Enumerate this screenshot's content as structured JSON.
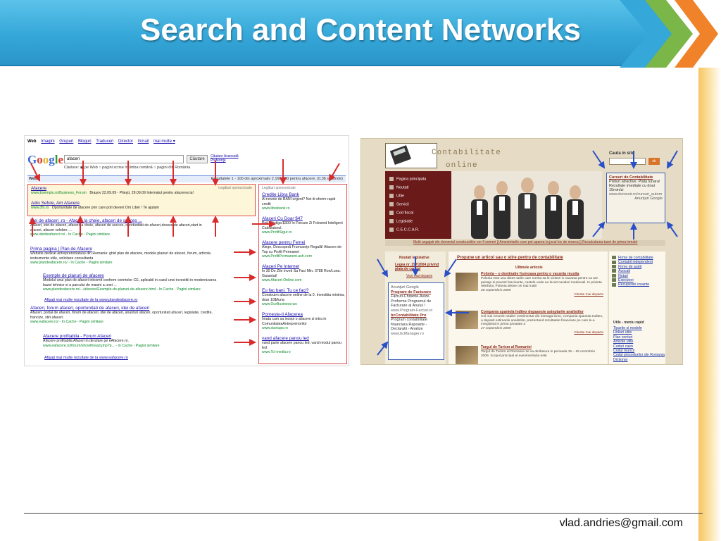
{
  "slide": {
    "title": "Search and Content Networks",
    "footer_email": "vlad.andries@gmail.com",
    "colors": {
      "banner": "#35a7d8",
      "chevron_green": "#7ab648",
      "chevron_orange": "#f0822a",
      "arrow_red": "#d92b2b",
      "arrow_blue": "#2a4fc8"
    }
  },
  "google": {
    "nav": [
      "Web",
      "Imagini",
      "Grupuri",
      "Bloguri",
      "Traduceri",
      "Director",
      "Gmail",
      "mai multe ▾"
    ],
    "logo": "Google",
    "query": "afaceri",
    "search_button": "Căutare",
    "advanced_link": "Căutare Avansată Preferinţe",
    "radio_options": "Căutare: ◉ pe Web ○ pagini scrise în limba română ○ pagini din România",
    "statbar_web": "Web",
    "statbar_results": "Rezultatele 1 - 100 din aproximativ 2.160.000 pentru afacere. (0,36 secunde)",
    "sponsored_label_top": "Legături sponsorizate",
    "sponsored_label_right": "Legături sponsorizate",
    "top_ads": [
      {
        "title": "Afacere",
        "url": "www.Exemplu.ro/Business_Forum",
        "desc": "Braşov 22.09.09 - Piteşti, 29.09.09 Internatul pentru afacerea ta!"
      },
      {
        "title": "Adio Sefule, Am Afacere",
        "url": "www.dfs.ro",
        "desc": "Oportunitate de afacere prin care poti deveni Om Liber ! Te ajutam"
      }
    ],
    "results": [
      {
        "title": "Idei de afaceri .ro - Afaceri la cheie, afaceri de succes ...",
        "desc": "Afaceri, idei de afaceri, afaceri la cheie, afaceri de succes, oportunitati de afaceri,dosare de afaceri,start in afaceri, afaceri celebre, ...",
        "url": "www.ideideafaceri.ro/ - In Cache - Pagini similare"
      },
      {
        "title": "Prima pagina | Plan de Afacere",
        "desc": "Website dedicat antreprenoriatului din Romania: ghid plan de afacere, modele planuri de afaceri, forum, articole, instrumente utile, solicitare consultanta",
        "url": "www.plandeafacere.ro/ - In Cache - Pagini similare"
      },
      {
        "title": "Exemple de planuri de afacere",
        "desc": "Modelul unui plan de afaceri intocmit conform cerintelor CE, aplicabil in cazul unei investitii in modernizarea bazei tehnice si a parcului de masini a unei ...",
        "url": "www.plandeafacere.ro/.../afacere/Exemple-de-planuri-de-afacere.html - In Cache - Pagini similare"
      },
      {
        "title": "Afaceri, forum afaceri, oportunitati de afaceri, idei de afaceri",
        "desc": "Afaceri, portal de afaceri, forum de afaceri, idei de afaceri, anunturi afaceri, oportunitati afaceri, legislatie, credite, francize, stiri afaceri.",
        "url": "www.eafacere.ro/ - In Cache - Pagini similare"
      },
      {
        "title": "Afacere profitabila - Forum Afaceri",
        "desc": "Afacere profitabila Afaceri in derulare pe eAfacere.ro.",
        "url": "www.eafacere.ro/forum/showthread.php?p... - In Cache - Pagini similare"
      }
    ],
    "more_links": [
      "Afişaţi mai multe rezultate de la www.plandeafacere.ro",
      "Afişaţi mai multe rezultate de la www.eafacere.ro"
    ],
    "right_ads": [
      {
        "title": "Credite Libra Bank",
        "desc": "Ai nevoie de BANI urgent? Noi iti oferim rapid credit",
        "url": "www.librabank.ro"
      },
      {
        "title": "Afaceri Cu Doar $47",
        "desc": "Poţi Câştiga $300 în Fiecare Zi Folosind Inteligent Calculatorul.",
        "url": "www.ProfitSigur.ro"
      },
      {
        "title": "Afacere pentru Femei",
        "desc": "Alege, Descoperă Frumuseţe Regală! Afacere de Top cu Profit Permanet",
        "url": "www.ProfitPermanent.ash.com"
      },
      {
        "title": "Afaceri Pe Internet",
        "desc": "In 30 De Zile Inveti Sa Faci Min. 3788 Ron/Luna. Garantat!",
        "url": "www.Afaceri-Online.com"
      },
      {
        "title": "Eu fac bani. Tu ce faci?",
        "desc": "Construim afacere online de la 0. Investitia minima, doar 10$/luna",
        "url": "www.OurBusiness.ws"
      },
      {
        "title": "Porneste-ti Afacerea",
        "desc": "Imata cum sa incepi o afacere si intra in ComunitateaAntreprenorilor",
        "url": "www.startups.ro"
      },
      {
        "title": "vand afacere panou led",
        "desc": "vand parte afacere panou led, vand modul panou led",
        "url": "www.Tcl-media.ro"
      }
    ]
  },
  "contab": {
    "title_line1": "Contabilitate",
    "title_line2": "online",
    "search_label": "Cauta in site",
    "search_button": "ok",
    "menu": [
      "Pagina principala",
      "Noutati",
      "Utile",
      "Servicii",
      "Cod fiscal",
      "Legislatie",
      "C.E.C.C.A.R."
    ],
    "top_ad": {
      "title": "Cursuri de Contabilitate",
      "desc": "Preturi atractive. Plata lunara! Rezultate imediate cu doar 15min/zi",
      "url": "www.dumsoir.ro/cursuri_autom",
      "badge": "Anunţuri Google"
    },
    "strip_text": "Multi angajati din domeniul constructiilor vor fi someri || Amenintarile care pot aparea la jocul loc de munca || Recalcularea taxei de prima inmatri",
    "news_left": {
      "head": "Noutati legislative",
      "item": "Legea nr. 297/2004 privind piata de capital",
      "more": "Vezi mai departe"
    },
    "left_ad": {
      "badge": "Anunţuri Google",
      "items": [
        {
          "title": "Program de Facturare",
          "desc": "Facturi-Chitante-Avize-Proforme Programul de Facturare al Anului !",
          "url": "www.Program-Facturi.ro"
        },
        {
          "title": "bcContabilitate Pro",
          "desc": "Program contabilitate financiara Rapoarte - Declaratii - Analize",
          "url": "www.bcManager.ro"
        }
      ]
    },
    "news": {
      "head": "Propune un articol sau o stire pentru de contabilitate",
      "sub": "Ultimele articole",
      "articles": [
        {
          "title": "Polonia – o destinatie frumoasa pentru o vacanta reusita",
          "desc": "Polonia este una dintre tarile care merita sa le vizitezi in vacanta pentru ca are peisaje si povesti fascinante, castele unde au locuit cavaleri medievali. In privinta reliefului, Polonia detine cei mai malti",
          "date": "28 septembrie 2009",
          "more": "Citeste mai departe"
        },
        {
          "title": "Compania spaniola Inditex depaseste asteptarile analistilor",
          "desc": "Cel mai renumit retailer vestimentar din intreaga lume, compania spaniola Inditex, a depasit estimarile analistilor, prezentand rezultatele financiare pe care le-a inregistrat in prima jumatate a",
          "date": "27 septembrie 2009",
          "more": "Citeste mai departe"
        },
        {
          "title": "Targul de Turism al Romaniei",
          "desc": "Targul de Turism al Romaniei se va desfasura in perioada 15 – 18 octombrie 2009. Scopul principal al evenimentului este",
          "date": "",
          "more": ""
        }
      ]
    },
    "right_links": [
      "Firme de contabilitate",
      "Contabil independent",
      "Firme de audit",
      "Avocati",
      "Notari",
      "Executori",
      "Recuperari creante"
    ],
    "useful_head": "Utile - meniu rapid",
    "useful_links": [
      "Tiparite si modele",
      "Linkuri utile",
      "Plan conturi",
      "Articole utile",
      "Coduri caen",
      "Codul muncii",
      "Codul procedurilor din Romania",
      "Dictionar"
    ]
  }
}
